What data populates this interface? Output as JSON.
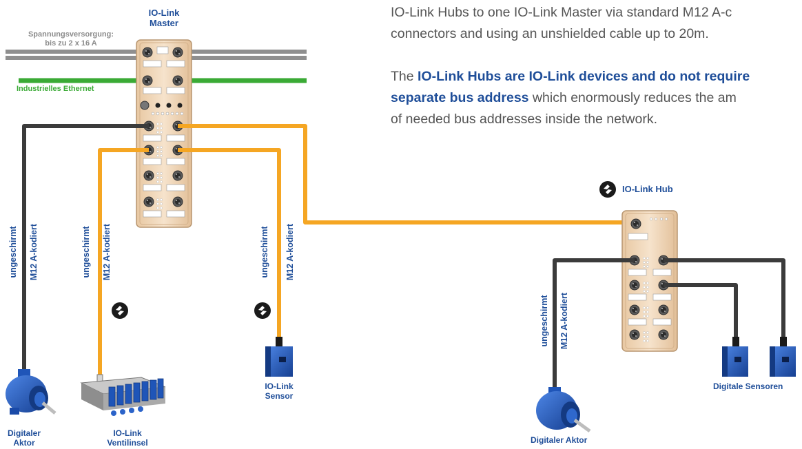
{
  "text": {
    "para1_line1": "IO-Link Hubs to one IO-Link Master via standard M12 A-c",
    "para1_line2": "connectors and using an unshielded cable up to 20m.",
    "para2_line1_pre": "The ",
    "para2_line1_bold": "IO-Link Hubs are IO-Link devices and do not require",
    "para2_line2_bold": "separate bus address",
    "para2_line2_rest": " which enormously reduces the am",
    "para2_line3": "of needed bus addresses inside the network."
  },
  "labels": {
    "master_line1": "IO-Link",
    "master_line2": "Master",
    "power_line1": "Spannungsversorgung:",
    "power_line2": "bis zu 2 x 16 A",
    "ethernet": "Industrielles Ethernet",
    "hub": "IO-Link Hub",
    "unshielded": "ungeschirmt",
    "m12": "M12 A-kodiert",
    "actor_line1": "Digitaler",
    "actor_line2": "Aktor",
    "valve_line1": "IO-Link",
    "valve_line2": "Ventilinsel",
    "sensor_line1": "IO-Link",
    "sensor_line2": "Sensor",
    "digital_sensors": "Digitale Sensoren",
    "digital_actor_hub": "Digitaler Aktor"
  },
  "colors": {
    "gray_cable": "#8f8f8f",
    "ethernet_cable": "#3aaa35",
    "iolink_cable": "#f5a623",
    "standard_cable": "#3b3b3b",
    "module_body": "#f3dcc0",
    "device_blue": "#1f55b8",
    "label_blue": "#1f4e99"
  },
  "icons": [
    "iolink-logo-icon"
  ]
}
